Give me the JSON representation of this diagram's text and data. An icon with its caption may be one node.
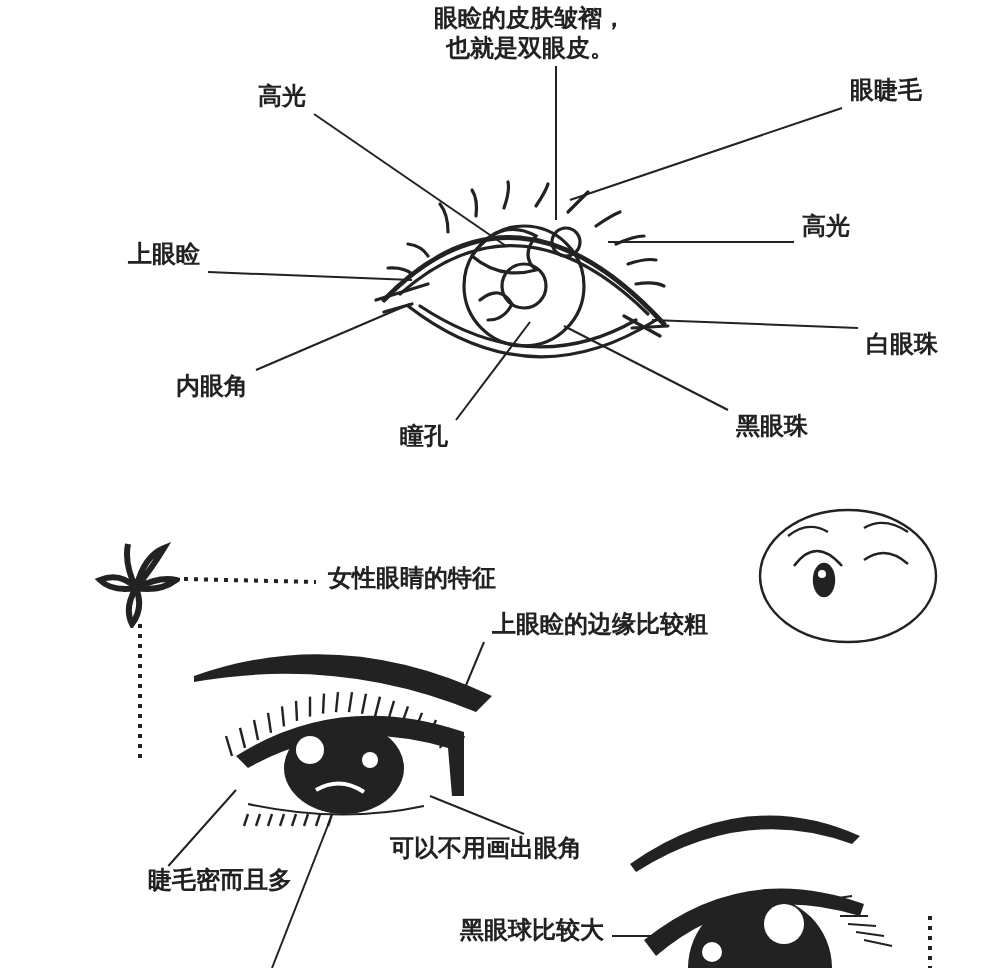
{
  "diagram": {
    "nodes": [
      {
        "text": [
          "眼睑的皮肤皱褶，也就是双眼皮。"
        ]
      },
      {
        "text": [
          "高光"
        ]
      },
      {
        "text": [
          "眼睫毛"
        ]
      },
      {
        "text": [
          "上眼睑"
        ]
      },
      {
        "text": [
          "高光"
        ]
      },
      {
        "text": [
          "白眼珠"
        ]
      },
      {
        "text": [
          "内眼角"
        ]
      },
      {
        "text": [
          "瞳孔"
        ]
      },
      {
        "text": [
          "黑眼珠"
        ]
      },
      {
        "text": [],
        "shape": "picture"
      },
      {
        "text": [
          "女性眼睛的特征"
        ]
      },
      {
        "text": [
          "上眼睑的边缘比较粗"
        ]
      },
      {
        "text": [
          "可以不用画出眼角"
        ]
      },
      {
        "text": [
          "睫毛密而且多"
        ]
      },
      {
        "text": [
          "黑眼球比较大"
        ]
      }
    ],
    "edges": [
      {
        "from": 0,
        "to": null,
        "arrow": "none"
      },
      {
        "from": 1,
        "to": null,
        "arrow": "none"
      },
      {
        "from": 2,
        "to": null,
        "arrow": "none"
      },
      {
        "from": 3,
        "to": null,
        "arrow": "none"
      },
      {
        "from": 4,
        "to": null,
        "arrow": "none"
      },
      {
        "from": 5,
        "to": null,
        "arrow": "none"
      },
      {
        "from": 6,
        "to": null,
        "arrow": "none"
      },
      {
        "from": 7,
        "to": null,
        "arrow": "none"
      },
      {
        "from": 8,
        "to": null,
        "arrow": "none"
      },
      {
        "from": 9,
        "to": 10,
        "arrow": "none",
        "style": "dashed"
      },
      {
        "from": 11,
        "to": null,
        "arrow": "none"
      },
      {
        "from": 12,
        "to": null,
        "arrow": "none"
      },
      {
        "from": 13,
        "to": null,
        "arrow": "none"
      },
      {
        "from": 14,
        "to": null,
        "arrow": "none"
      }
    ]
  }
}
